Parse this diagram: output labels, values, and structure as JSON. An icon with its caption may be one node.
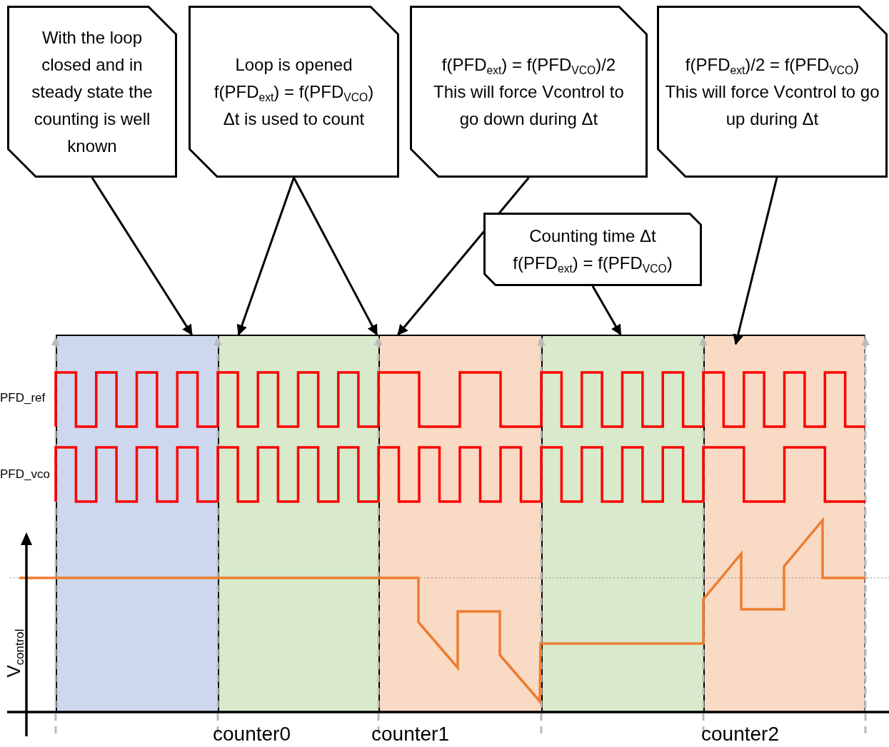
{
  "diagram": {
    "nodes": [
      {
        "text": [
          "With the loop closed and in steady state the counting is well known"
        ]
      },
      {
        "text": [
          "Loop is opened",
          "f(PFD$_{ext}$) = f(PFD$_{VCO}$)",
          "Δt is used to count"
        ]
      },
      {
        "text": [
          "f(PFD$_{ext}$) = f(PFD$_{VCO}$)/2",
          "This will force Vcontrol to go down during Δt"
        ]
      },
      {
        "text": [
          "f(PFD$_{ext}$)/2 = f(PFD$_{VCO}$)",
          "This will force Vcontrol to go up during Δt"
        ]
      },
      {
        "text": [
          "Counting time Δt",
          "f(PFD$_{ext}$) = f(PFD$_{VCO}$)"
        ]
      },
      {
        "text": [],
        "shape": "box"
      },
      {
        "text": [],
        "shape": "box"
      },
      {
        "text": [],
        "shape": "box"
      },
      {
        "text": [],
        "shape": "box"
      },
      {
        "text": [],
        "shape": "box"
      }
    ],
    "edges": [
      {
        "from": 0,
        "to": 5,
        "arrow": "to"
      },
      {
        "from": 1,
        "to": 6,
        "arrow": "to"
      },
      {
        "from": 1,
        "to": 6,
        "arrow": "to"
      },
      {
        "from": 2,
        "to": 7,
        "arrow": "to"
      },
      {
        "from": 4,
        "to": 8,
        "arrow": "to"
      },
      {
        "from": 3,
        "to": 9,
        "arrow": "to"
      }
    ],
    "labels": [
      "PFD_ref",
      "PFD_vco",
      "V$_{control}$",
      "counter0",
      "counter1",
      "counter2"
    ]
  }
}
